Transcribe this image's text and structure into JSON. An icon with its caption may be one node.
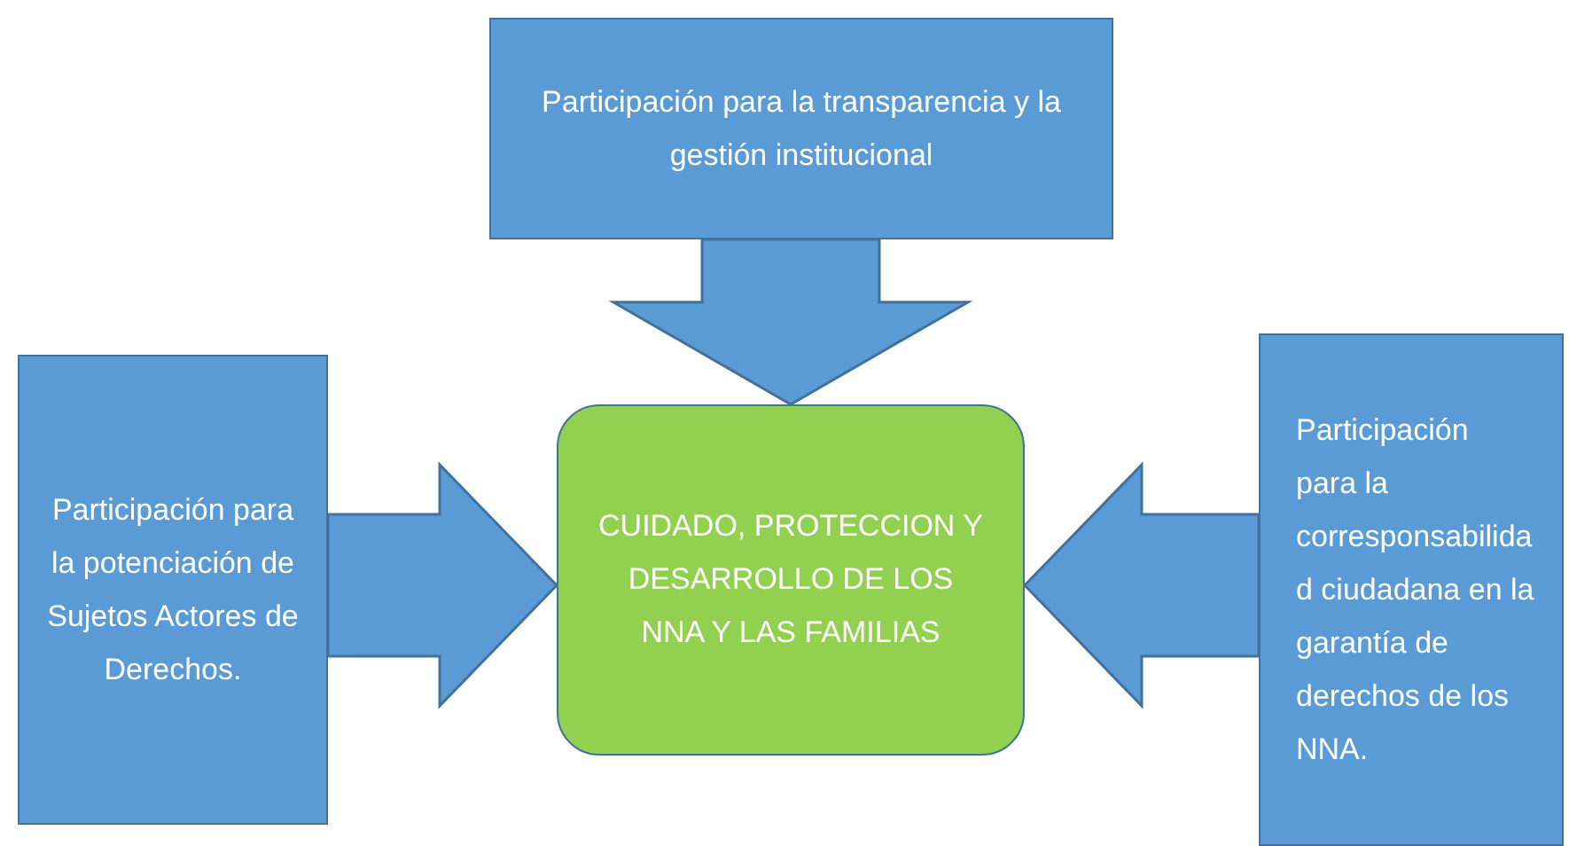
{
  "diagram": {
    "nodes": [
      {
        "text": [
          "CUIDADO, PROTECCION Y DESARROLLO DE LOS NNA Y LAS FAMILIAS"
        ]
      },
      {
        "text": [
          "Participación para la transparencia y la gestión institucional"
        ]
      },
      {
        "text": [
          "Participación para la potenciación de Sujetos Actores de Derechos."
        ]
      },
      {
        "text": [
          "Participación para la corresponsabilidad ciudadana en la garantía de derechos de los NNA."
        ]
      }
    ],
    "edges": [
      {
        "from": 1,
        "to": 0,
        "arrow": "to"
      },
      {
        "from": 2,
        "to": 0,
        "arrow": "to"
      },
      {
        "from": 3,
        "to": 0,
        "arrow": "to"
      }
    ]
  }
}
